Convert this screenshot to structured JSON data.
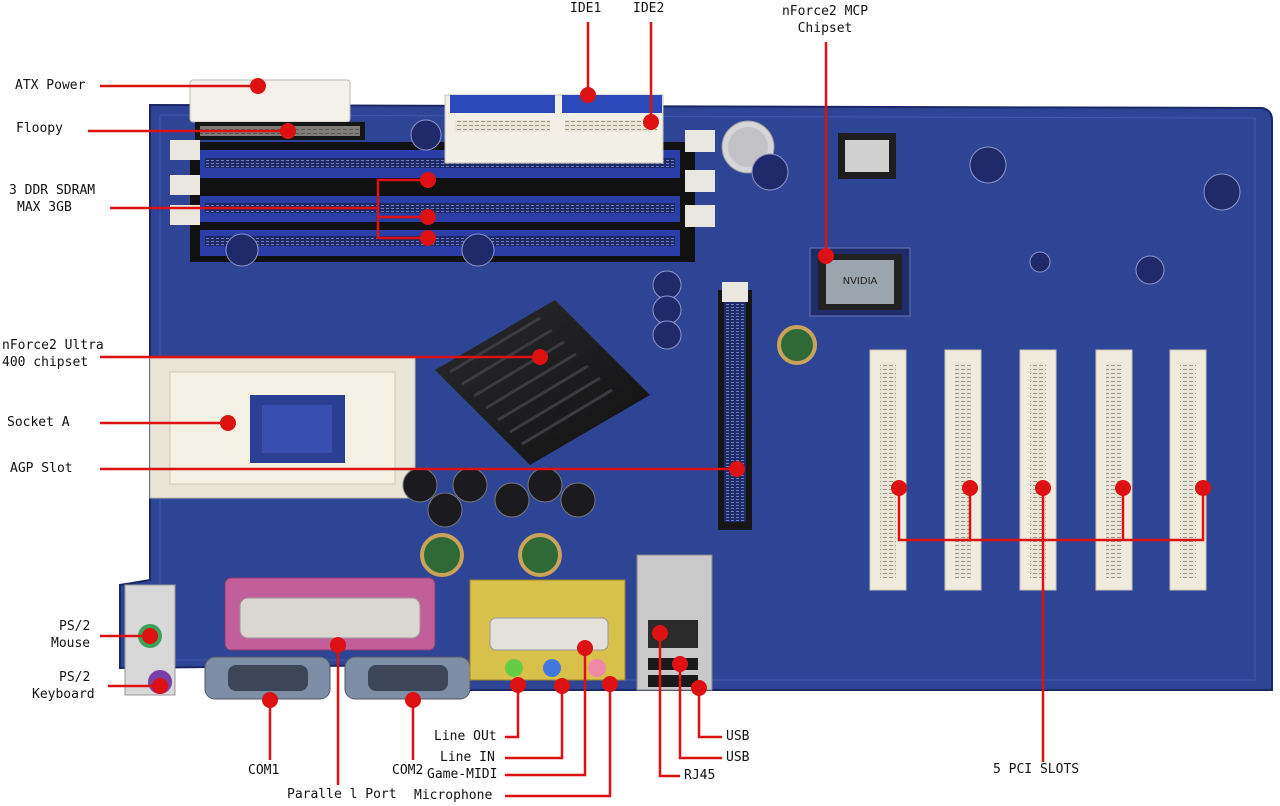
{
  "diagram": {
    "accent_color": "#dd1111",
    "board_color": "#2b3f8f",
    "labels": {
      "atx_power": "ATX Power",
      "floppy": "Floopy",
      "ddr_line1": "3 DDR SDRAM",
      "ddr_line2": "MAX 3GB",
      "nforce2_ultra_line1": "nForce2 Ultra",
      "nforce2_ultra_line2": "400 chipset",
      "socket_a": "Socket A",
      "agp_slot": "AGP Slot",
      "ps2_mouse_line1": "PS/2",
      "ps2_mouse_line2": "Mouse",
      "ps2_keyboard_line1": "PS/2",
      "ps2_keyboard_line2": "Keyboard",
      "com1": "COM1",
      "com2": "COM2",
      "parallel_port": "Paralle l Port",
      "line_out": "Line OUt",
      "line_in": "Line IN",
      "game_midi": "Game-MIDI",
      "microphone": "Microphone",
      "usb_1": "USB",
      "usb_2": "USB",
      "rj45": "RJ45",
      "pci_slots": "5 PCI SLOTS",
      "ide1": "IDE1",
      "ide2": "IDE2",
      "mcp_line1": "nForce2 MCP",
      "mcp_line2": "Chipset"
    }
  }
}
